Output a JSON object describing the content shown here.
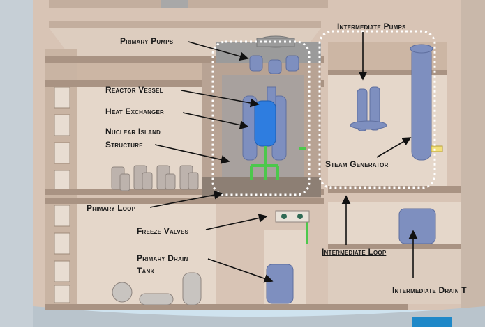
{
  "labels": {
    "primary_pumps": "Primary Pumps",
    "reactor_vessel": "Reactor Vessel",
    "heat_exchanger": "Heat Exchanger",
    "nuclear_island_line1": "Nuclear Island",
    "nuclear_island_line2": "Structure",
    "primary_loop": "Primary Loop",
    "freeze_valves": "Freeze Valves",
    "primary_drain_line1": "Primary Drain",
    "primary_drain_line2": "Tank",
    "intermediate_pumps": "Intermediate Pumps",
    "steam_generator": "Steam Generator",
    "intermediate_loop": "Intermediate Loop",
    "intermediate_drain": "Intermediate Drain T"
  },
  "colors": {
    "sky": "#cfe3ef",
    "structure": "#d8c4b5",
    "structure_dark": "#bba595",
    "floor": "#a99383",
    "equipment": "#7e8fbf",
    "equipment_dark": "#5f6f9f",
    "reactor": "#2e7de0",
    "coolant": "#4cc84c",
    "callout_outline": "#ffffff"
  }
}
